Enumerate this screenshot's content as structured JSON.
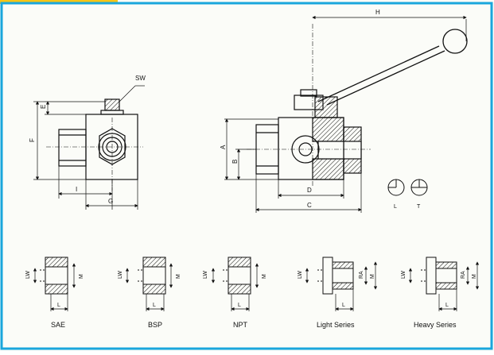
{
  "colors": {
    "frame_cyan": "#1aa6dc",
    "tab_yellow": "#f5c518",
    "ink": "#111111",
    "paper": "#fbfcf8"
  },
  "dims": {
    "SW": "SW",
    "E": "E",
    "F": "F",
    "I": "I",
    "G": "G",
    "H": "H",
    "A": "A",
    "B": "B",
    "D": "D",
    "C": "C",
    "LW": "LW",
    "M": "M",
    "L": "L",
    "RA": "RA"
  },
  "port_types": [
    "L",
    "T"
  ],
  "threads": [
    "SAE",
    "BSP",
    "NPT",
    "Light Series",
    "Heavy Series"
  ]
}
